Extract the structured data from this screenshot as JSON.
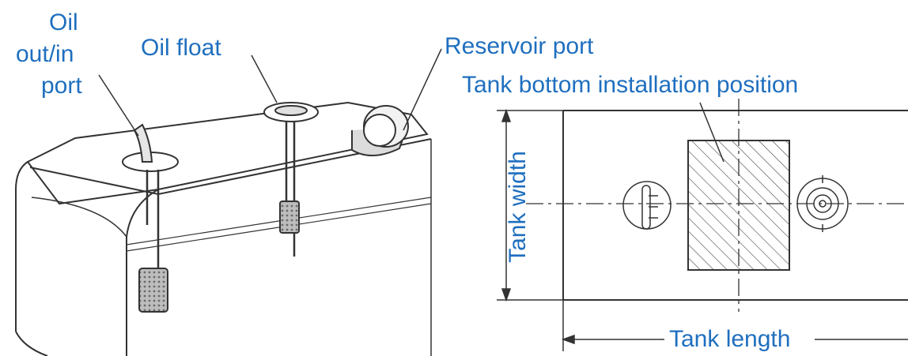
{
  "colors": {
    "label": "#1f6fbf",
    "line": "#333333"
  },
  "labels": {
    "oil_port_line1": "Oil",
    "oil_port_line2": "out/in",
    "oil_port_line3": "port",
    "oil_float": "Oil float",
    "reservoir_port": "Reservoir port",
    "tank_bottom": "Tank bottom installation position",
    "tank_width": "Tank width",
    "tank_length": "Tank length"
  }
}
